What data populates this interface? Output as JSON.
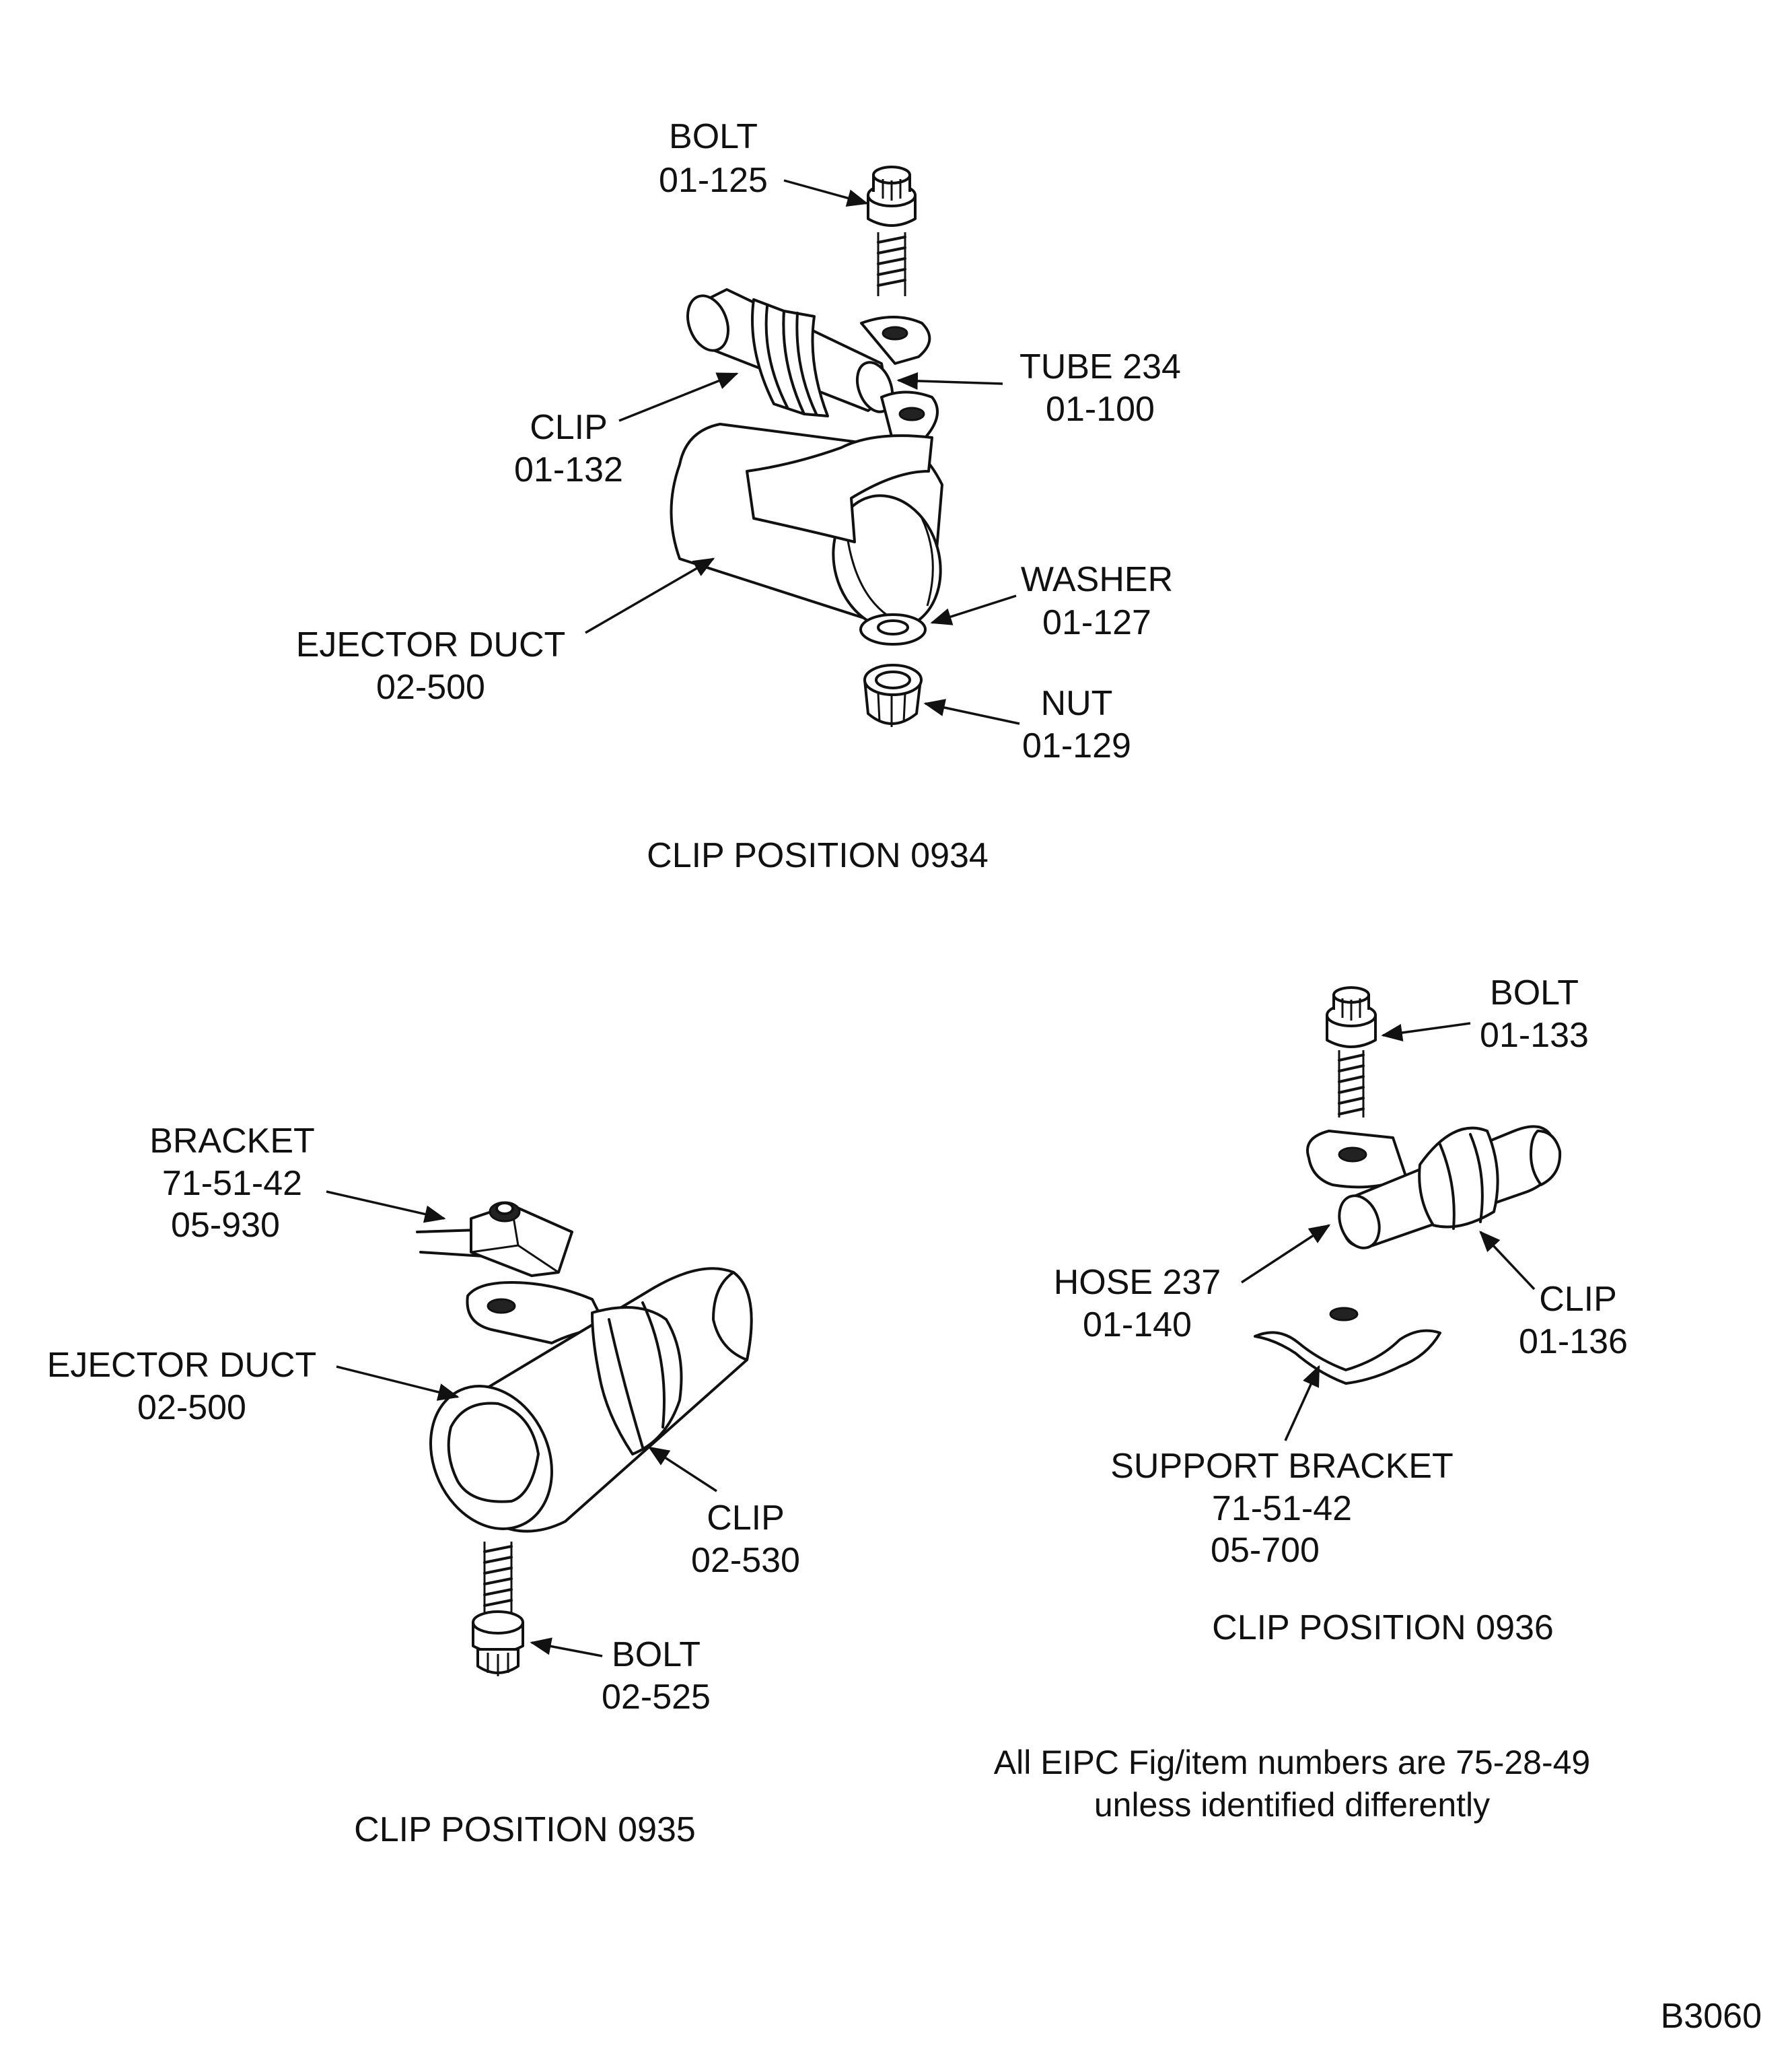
{
  "sections": {
    "pos_0934": {
      "caption": "CLIP POSITION 0934",
      "bolt": {
        "name": "BOLT",
        "num": "01-125"
      },
      "tube": {
        "name": "TUBE 234",
        "num": "01-100"
      },
      "clip": {
        "name": "CLIP",
        "num": "01-132"
      },
      "ejector_duct": {
        "name": "EJECTOR DUCT",
        "num": "02-500"
      },
      "washer": {
        "name": "WASHER",
        "num": "01-127"
      },
      "nut": {
        "name": "NUT",
        "num": "01-129"
      }
    },
    "pos_0935": {
      "caption": "CLIP POSITION 0935",
      "bracket": {
        "name": "BRACKET",
        "ref": "71-51-42",
        "num": "05-930"
      },
      "ejector_duct": {
        "name": "EJECTOR DUCT",
        "num": "02-500"
      },
      "clip": {
        "name": "CLIP",
        "num": "02-530"
      },
      "bolt": {
        "name": "BOLT",
        "num": "02-525"
      }
    },
    "pos_0936": {
      "caption": "CLIP POSITION 0936",
      "bolt": {
        "name": "BOLT",
        "num": "01-133"
      },
      "hose": {
        "name": "HOSE 237",
        "num": "01-140"
      },
      "clip": {
        "name": "CLIP",
        "num": "01-136"
      },
      "support_bracket": {
        "name": "SUPPORT BRACKET",
        "ref": "71-51-42",
        "num": "05-700"
      }
    }
  },
  "note": {
    "line1": "All EIPC Fig/item numbers are 75-28-49",
    "line2": "unless identified differently"
  },
  "figure_id": "B3060"
}
